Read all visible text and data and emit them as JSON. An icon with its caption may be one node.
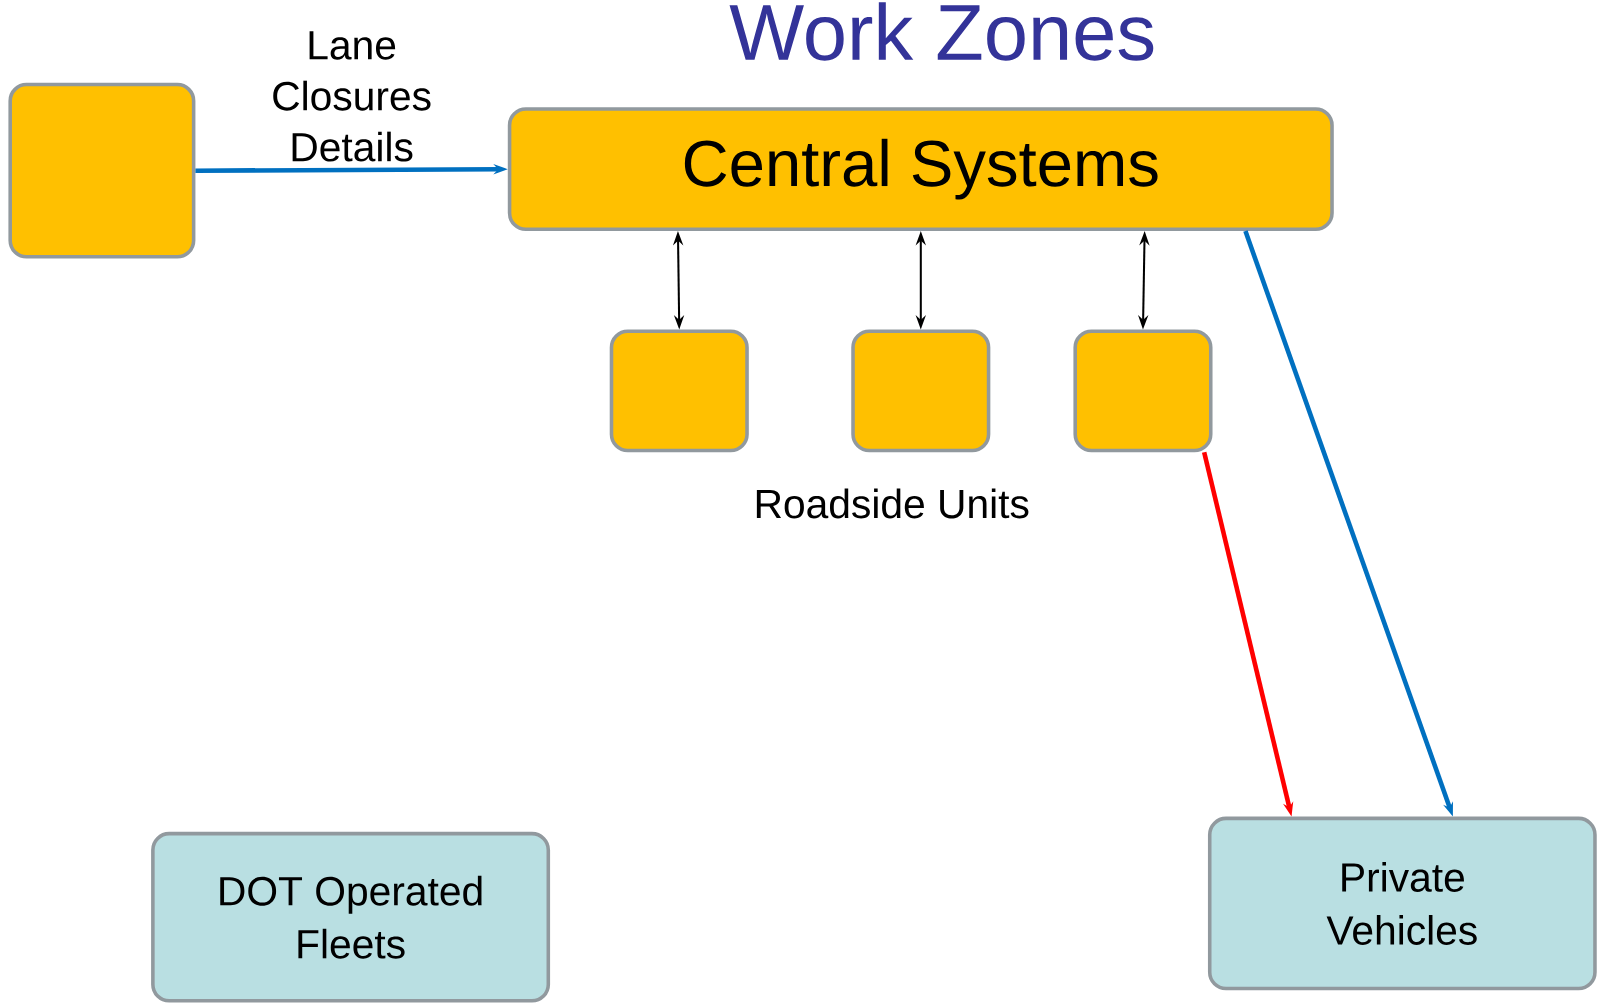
{
  "diagram": {
    "title": "Work Zones",
    "nodes": [
      {
        "text": [],
        "shape": "box"
      },
      {
        "text": [
          "Central Systems"
        ]
      },
      {
        "text": [],
        "shape": "box"
      },
      {
        "text": [],
        "shape": "box"
      },
      {
        "text": [],
        "shape": "box"
      },
      {
        "text": [
          "DOT Operated Fleets"
        ]
      },
      {
        "text": [
          "Private Vehicles"
        ]
      }
    ],
    "edges": [
      {
        "from": 0,
        "to": 1,
        "arrow": "to",
        "label": "Lane Closures Details",
        "style": "thick",
        "color": "#0070c0"
      },
      {
        "from": 1,
        "to": 2,
        "arrow": "both"
      },
      {
        "from": 1,
        "to": 3,
        "arrow": "both"
      },
      {
        "from": 1,
        "to": 4,
        "arrow": "both"
      },
      {
        "from": 4,
        "to": 6,
        "arrow": "to",
        "style": "thick",
        "color": "#ff0000"
      },
      {
        "from": 1,
        "to": 6,
        "arrow": "to",
        "style": "thick",
        "color": "#0070c0"
      }
    ],
    "labels": [
      "Roadside Units"
    ]
  }
}
